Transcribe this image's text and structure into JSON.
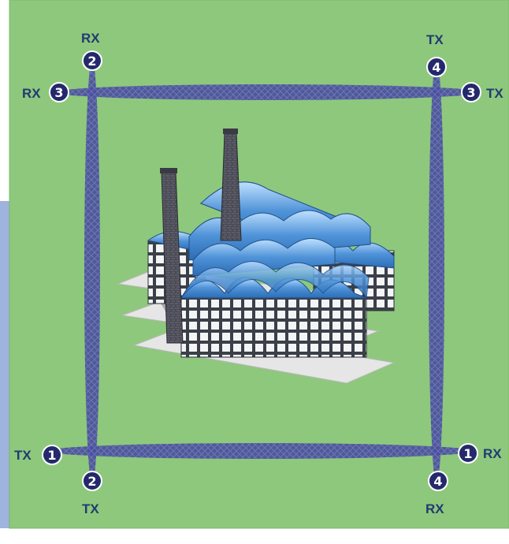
{
  "colors": {
    "field": "#8ec87c",
    "side_panel": "#9fb3df",
    "beam": "#4a4f9c",
    "badge": "#24296b",
    "label_text": "#223a72"
  },
  "beams": [
    {
      "name": "beam-1",
      "from_badge": "1",
      "orientation": "horizontal"
    },
    {
      "name": "beam-2",
      "from_badge": "2",
      "orientation": "vertical"
    },
    {
      "name": "beam-3",
      "from_badge": "3",
      "orientation": "horizontal"
    },
    {
      "name": "beam-4",
      "from_badge": "4",
      "orientation": "vertical"
    }
  ],
  "nodes": {
    "top_left": {
      "badge_2": "2",
      "label_2": "RX",
      "badge_3": "3",
      "label_3": "RX"
    },
    "top_right": {
      "badge_4": "4",
      "label_4": "TX",
      "badge_3": "3",
      "label_3": "TX"
    },
    "bottom_left": {
      "badge_1": "1",
      "label_1": "TX",
      "badge_2": "2",
      "label_2": "TX"
    },
    "bottom_right": {
      "badge_1": "1",
      "label_1": "RX",
      "badge_4": "4",
      "label_4": "RX"
    }
  },
  "scene": {
    "icon": "factory-illustration"
  }
}
